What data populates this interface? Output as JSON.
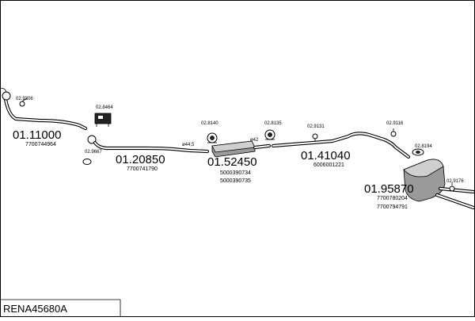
{
  "diagram": {
    "reference": "RENA45680A",
    "parts": [
      {
        "number": "01.11000",
        "oe": [
          "7700744964"
        ]
      },
      {
        "number": "01.20850",
        "oe": [
          "7700741790"
        ]
      },
      {
        "number": "01.52450",
        "oe": [
          "5000390734",
          "5000390735"
        ]
      },
      {
        "number": "01.41040",
        "oe": [
          "6006001221"
        ]
      },
      {
        "number": "01.95870",
        "oe": [
          "7700780204",
          "7700794791"
        ]
      }
    ],
    "clamps": [
      "02.9306",
      "02.8464",
      "02.9667",
      "02.8140",
      "02.8135",
      "02.9131",
      "02.9116",
      "02.8194",
      "02.9176"
    ],
    "dimensions": [
      "ø44,5",
      "ø42"
    ]
  }
}
